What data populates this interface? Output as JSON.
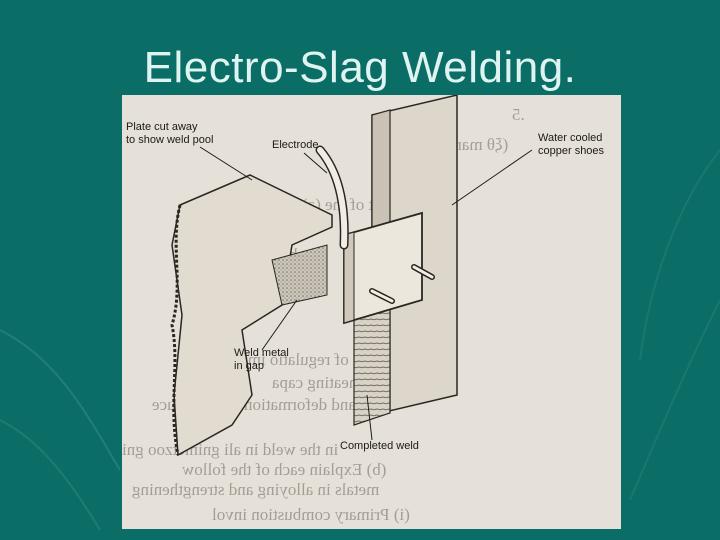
{
  "slide": {
    "title": "Electro-Slag Welding."
  },
  "figure": {
    "labels": {
      "plate_cut": [
        "Plate cut away",
        "to show weld pool"
      ],
      "electrode": "Electrode",
      "water_cooled": [
        "Water cooled",
        "copper shoes"
      ],
      "weld_metal": [
        "Weld metal",
        "in gap"
      ],
      "completed_weld": "Completed weld"
    }
  },
  "colors": {
    "background": "#0b6e66",
    "title": "#dff4f1",
    "paper": "#e6e1d8"
  }
}
